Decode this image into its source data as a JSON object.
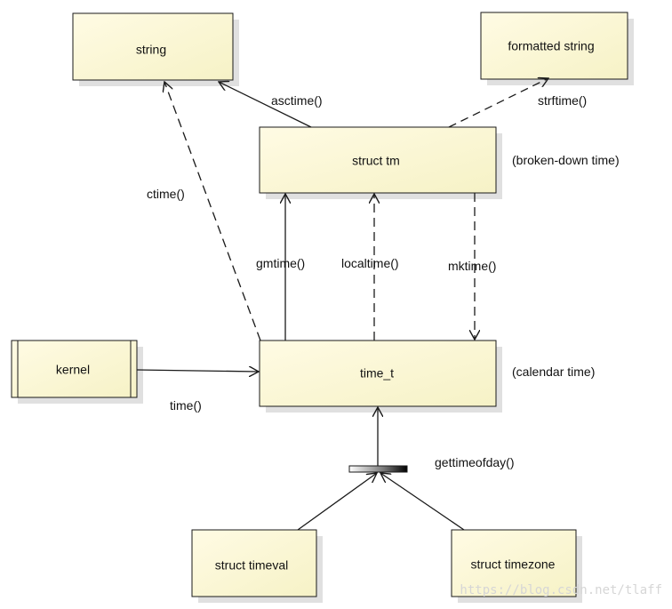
{
  "nodes": {
    "string": "string",
    "formatted_string": "formatted string",
    "struct_tm": "struct tm",
    "time_t": "time_t",
    "kernel": "kernel",
    "struct_timeval": "struct timeval",
    "struct_timezone": "struct timezone"
  },
  "notes": {
    "broken_down": "(broken-down time)",
    "calendar": "(calendar time)"
  },
  "edges": {
    "asctime": "asctime()",
    "strftime": "strftime()",
    "ctime": "ctime()",
    "gmtime": "gmtime()",
    "localtime": "localtime()",
    "mktime": "mktime()",
    "time": "time()",
    "gettimeofday": "gettimeofday()"
  },
  "watermark": "https://blog.csdn.net/tlaff",
  "colors": {
    "box_fill_start": "#fffbe4",
    "box_fill_end": "#f6f2c6",
    "box_border": "#1a1a1a",
    "box_shadow": "#c8c8c8",
    "line": "#1a1a1a"
  }
}
